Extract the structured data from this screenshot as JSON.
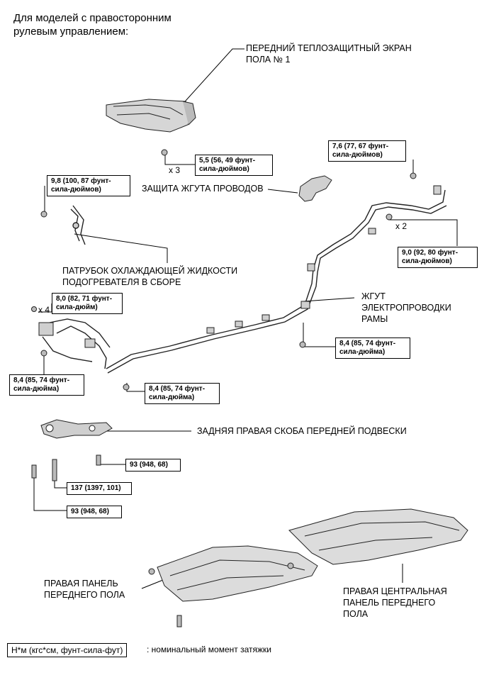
{
  "heading": "Для моделей с правосторонним\nрулевым управлением:",
  "parts": {
    "heat_shield": "ПЕРЕДНИЙ ТЕПЛОЗАЩИТНЫЙ ЭКРАН\nПОЛА № 1",
    "wire_protector": "ЗАЩИТА ЖГУТА ПРОВОДОВ",
    "coolant_pipe": "ПАТРУБОК ОХЛАЖДАЮЩЕЙ ЖИДКОСТИ\nПОДОГРЕВАТЕЛЯ В СБОРЕ",
    "frame_harness": "ЖГУТ\nЭЛЕКТРОПРОВОДКИ\nРАМЫ",
    "suspension_brace": "ЗАДНЯЯ ПРАВАЯ СКОБА ПЕРЕДНЕЙ ПОДВЕСКИ",
    "front_floor_panel": "ПРАВАЯ ПАНЕЛЬ\nПЕРЕДНЕГО ПОЛА",
    "center_floor_panel": "ПРАВАЯ ЦЕНТРАЛЬНАЯ\nПАНЕЛЬ ПЕРЕДНЕГО\nПОЛА"
  },
  "torques": {
    "t_shield": "5,5 (56, 49 фунт-\nсила-дюймов)",
    "t_top_right": "7,6 (77, 67 фунт-\nсила-дюймов)",
    "t_left_top": "9,8 (100, 87 фунт-\nсила-дюймов)",
    "t_right_mid": "9,0 (92, 80 фунт-\nсила-дюймов)",
    "t_left_x4": "8,0 (82, 71 фунт-\nсила-дюйм)",
    "t_harness_right": "8,4 (85, 74 фунт-\nсила-дюйма)",
    "t_left_low": "8,4 (85, 74 фунт-\nсила-дюйма)",
    "t_center_low": "8,4 (85, 74 фунт-\nсила-дюйма)",
    "t_brace_93a": "93 (948, 68)",
    "t_brace_137": "137 (1397, 101)",
    "t_brace_93b": "93 (948, 68)"
  },
  "multipliers": {
    "m_x3": "x 3",
    "m_x2": "x 2",
    "m_x4": "x 4"
  },
  "legend": {
    "box": "Н*м (кгс*см, фунт-сила-фут)",
    "text": ": номинальный момент затяжки"
  }
}
